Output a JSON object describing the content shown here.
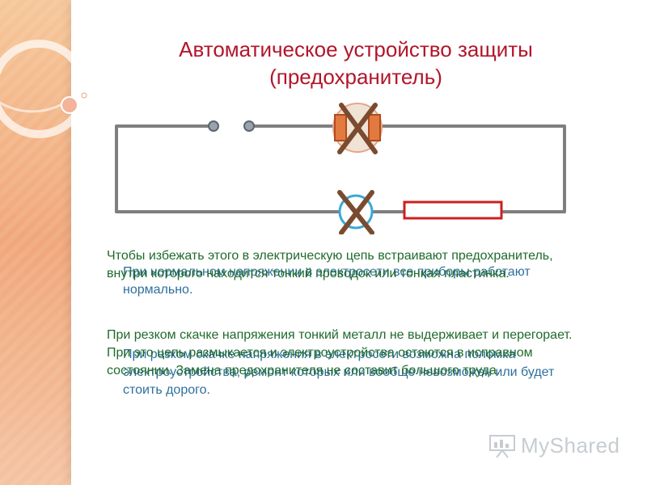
{
  "title": {
    "line1": "Автоматическое устройство защиты",
    "line2": "(предохранитель)"
  },
  "texts": {
    "normal_voltage": "При нормальном напряжении в электросети все приборы работают нормально.",
    "surge": "При резком скачке напряжения в электросети возможна поломка электроустройства, ремонт которых или вообще невозможен или будет стоить дорого.",
    "fuse_intro": "Чтобы избежать этого в электрическую цепь встраивают предохранитель, внутри которого находится тонкий проводок или тонкая пластинка.",
    "fuse_action": "При резком скачке напряжения тонкий металл не выдерживает и перегорает. При это цепь размыкается и электроустройства остаются в исправном состоянии. Замена предохранителя не составит большого труда."
  },
  "watermark": {
    "brand": "MyShared"
  },
  "icons": {
    "lamp": "lamp-crossed-icon",
    "voltmeter": "meter-crossed-icon",
    "fuse": "fuse-icon",
    "switch": "switch-contacts-icon"
  },
  "colors": {
    "title": "#b3152a",
    "wire": "#7f7f7f",
    "cross": "#7a4b2e",
    "fuse": "#cc1f1f",
    "text_blue": "#2e6f9e",
    "text_green": "#1f6b2a"
  }
}
